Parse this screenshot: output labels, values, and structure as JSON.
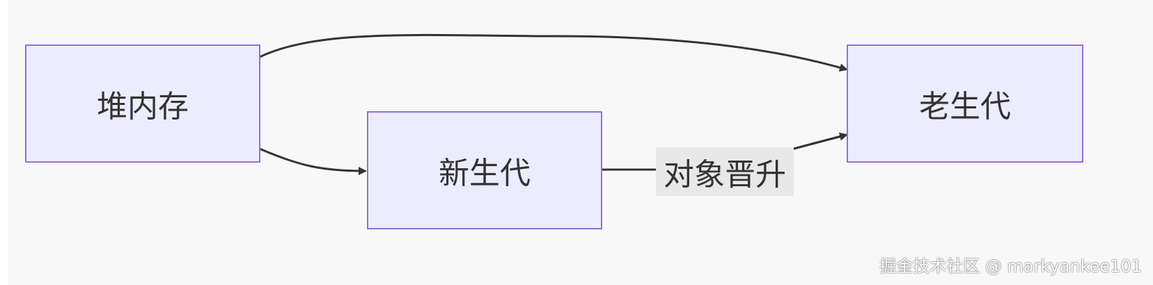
{
  "diagram": {
    "nodes": {
      "heap": "堆内存",
      "young": "新生代",
      "old": "老生代"
    },
    "edge_labels": {
      "promotion": "对象晋升"
    }
  },
  "watermark": "掘金技术社区 @ markyankee101"
}
